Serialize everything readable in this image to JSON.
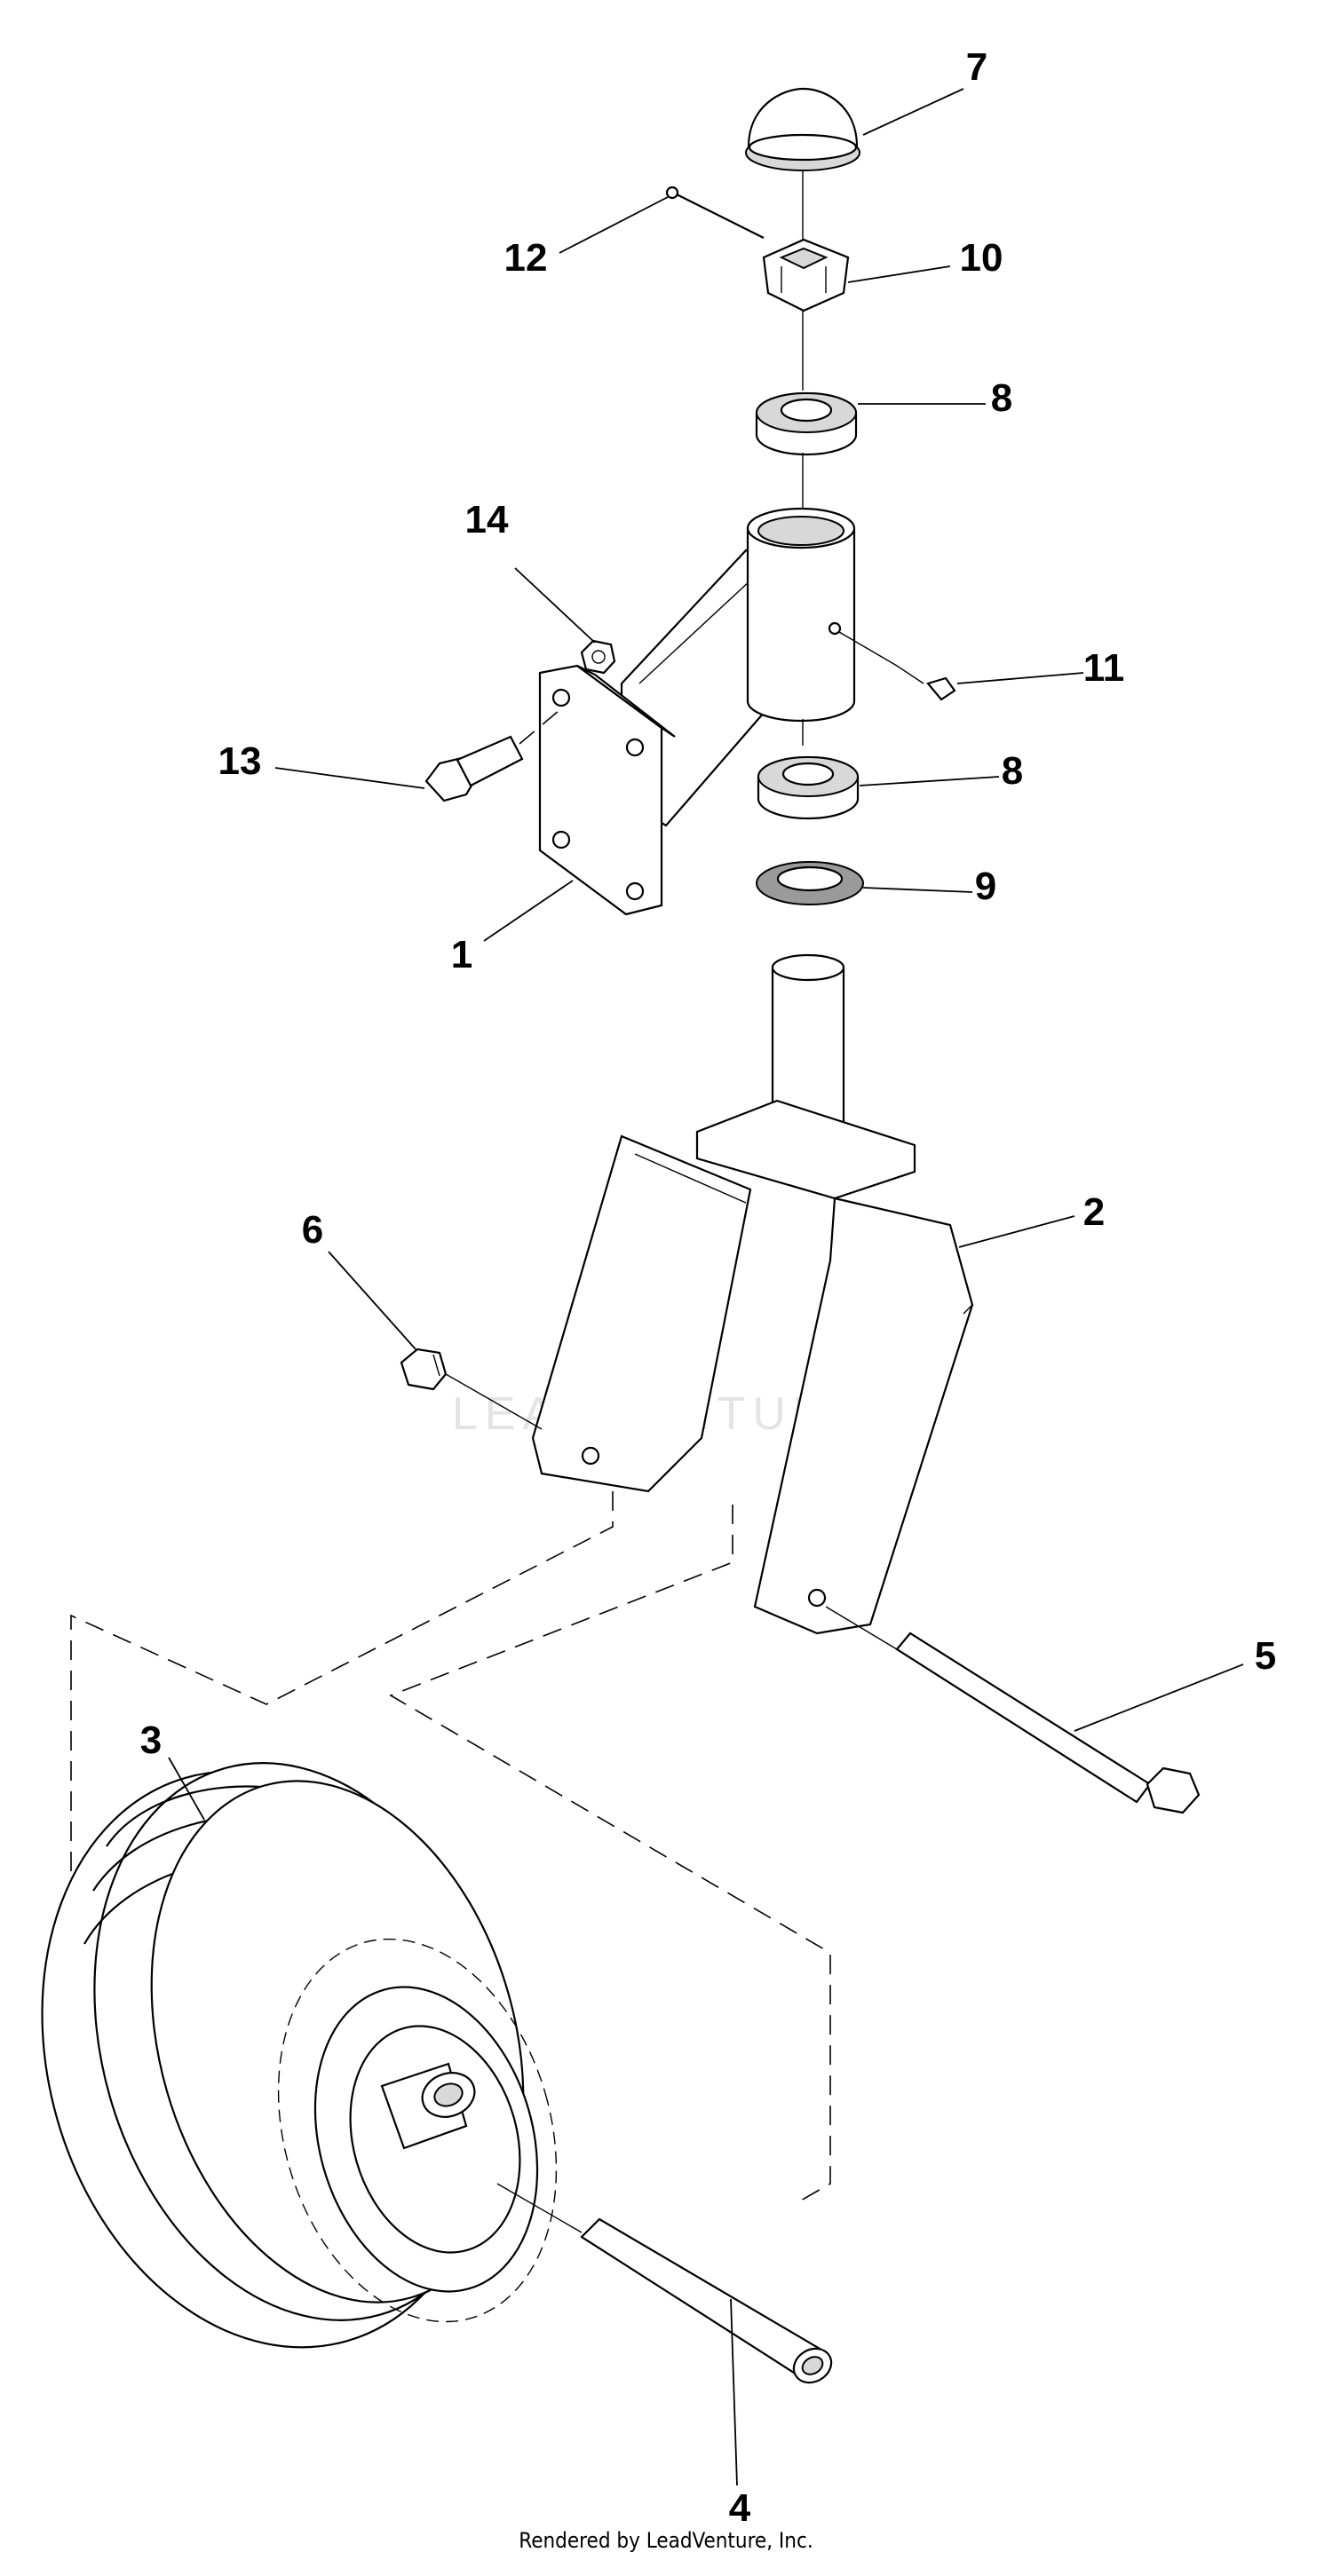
{
  "watermark": "LEADVENTURE",
  "footer": "Rendered by LeadVenture, Inc.",
  "callouts": [
    {
      "id": "1",
      "label": "1"
    },
    {
      "id": "2",
      "label": "2"
    },
    {
      "id": "3",
      "label": "3"
    },
    {
      "id": "4",
      "label": "4"
    },
    {
      "id": "5",
      "label": "5"
    },
    {
      "id": "6",
      "label": "6"
    },
    {
      "id": "7",
      "label": "7"
    },
    {
      "id": "8a",
      "label": "8"
    },
    {
      "id": "8b",
      "label": "8"
    },
    {
      "id": "9",
      "label": "9"
    },
    {
      "id": "10",
      "label": "10"
    },
    {
      "id": "11",
      "label": "11"
    },
    {
      "id": "12",
      "label": "12"
    },
    {
      "id": "13",
      "label": "13"
    },
    {
      "id": "14",
      "label": "14"
    }
  ]
}
